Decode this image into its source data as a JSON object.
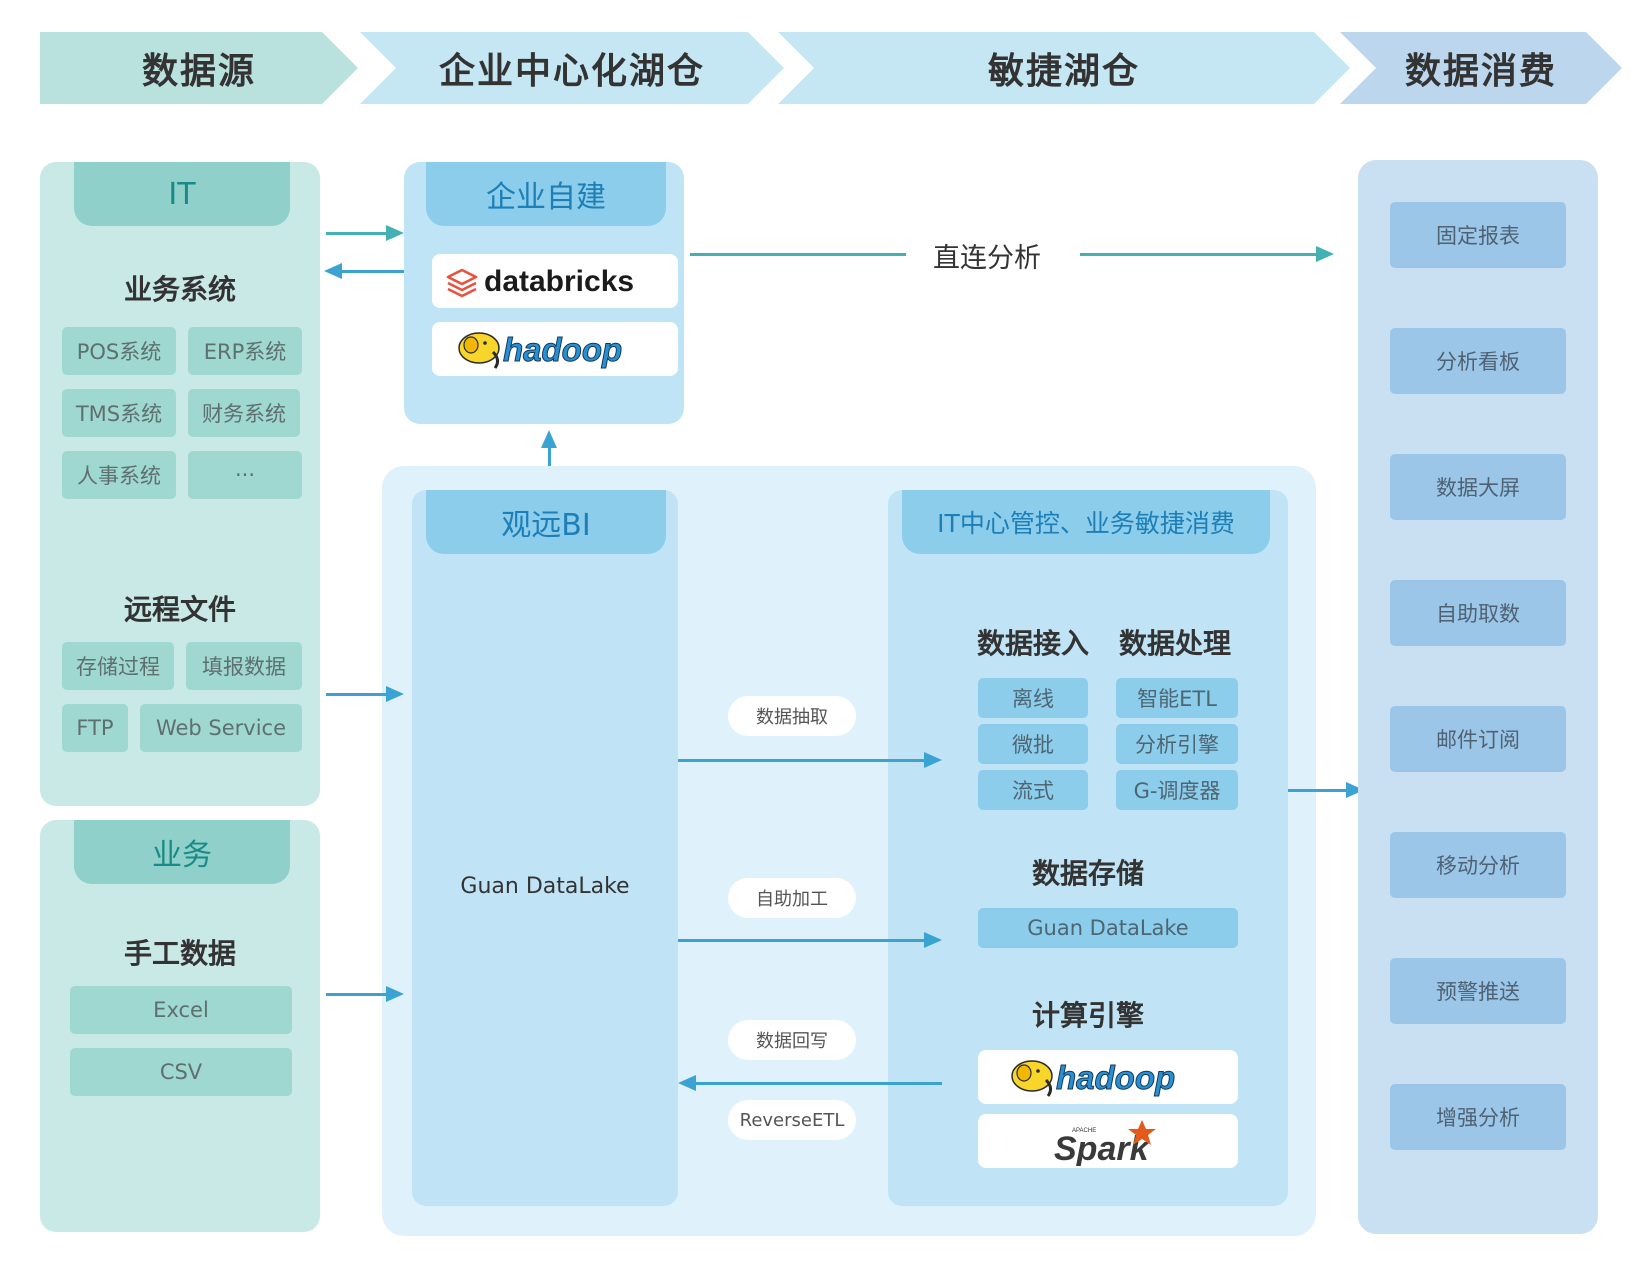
{
  "header": {
    "stage1": "数据源",
    "stage2": "企业中心化湖仓",
    "stage3": "敏捷湖仓",
    "stage4": "数据消费"
  },
  "sources": {
    "it_tab": "IT",
    "business_systems_title": "业务系统",
    "business_systems": [
      "POS系统",
      "ERP系统",
      "TMS系统",
      "财务系统",
      "人事系统",
      "···"
    ],
    "remote_files_title": "远程文件",
    "remote_files": [
      "存储过程",
      "填报数据",
      "FTP",
      "Web Service"
    ],
    "biz_tab": "业务",
    "manual_title": "手工数据",
    "manual": [
      "Excel",
      "CSV"
    ]
  },
  "enterprise": {
    "tab": "企业自建",
    "logos": [
      "databricks",
      "hadoop"
    ]
  },
  "direct": {
    "label": "直连分析"
  },
  "agile": {
    "bi_tab": "观远BI",
    "datalake_label": "Guan DataLake",
    "flows": [
      "数据抽取",
      "自助加工",
      "数据回写",
      "ReverseETL"
    ],
    "core_tab": "IT中心管控、业务敏捷消费",
    "ingest_title": "数据接入",
    "ingest": [
      "离线",
      "微批",
      "流式"
    ],
    "process_title": "数据处理",
    "process": [
      "智能ETL",
      "分析引擎",
      "G-调度器"
    ],
    "storage_title": "数据存储",
    "storage_item": "Guan DataLake",
    "compute_title": "计算引擎",
    "compute_logos": [
      "hadoop",
      "Spark"
    ],
    "spark_apache": "APACHE"
  },
  "consumption": {
    "items": [
      "固定报表",
      "分析看板",
      "数据大屏",
      "自助取数",
      "邮件订阅",
      "移动分析",
      "预警推送",
      "增强分析"
    ]
  },
  "colors": {
    "teal_header": "#b9e2de",
    "blue_header": "#c5e6f3",
    "steel_header": "#bcd6ee",
    "arrow": "#3aa3d2"
  }
}
